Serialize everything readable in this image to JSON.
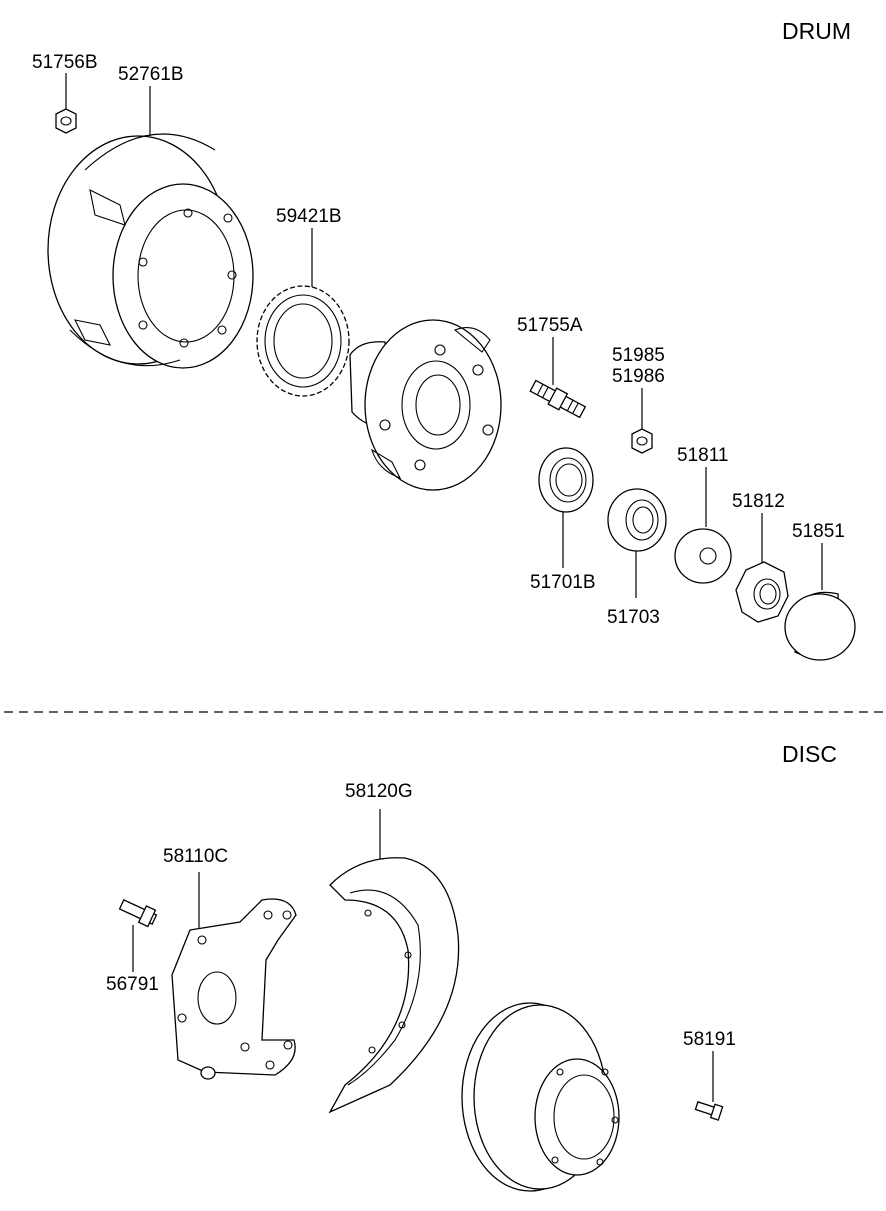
{
  "sections": {
    "drum": "DRUM",
    "disc": "DISC"
  },
  "labels": {
    "p51756B": "51756B",
    "p52761B": "52761B",
    "p59421B": "59421B",
    "p51755A": "51755A",
    "p51985": "51985",
    "p51986": "51986",
    "p51811": "51811",
    "p51812": "51812",
    "p51851": "51851",
    "p51701B": "51701B",
    "p51703": "51703",
    "p58120G": "58120G",
    "p58110C": "58110C",
    "p56791": "56791",
    "p58191": "58191"
  }
}
